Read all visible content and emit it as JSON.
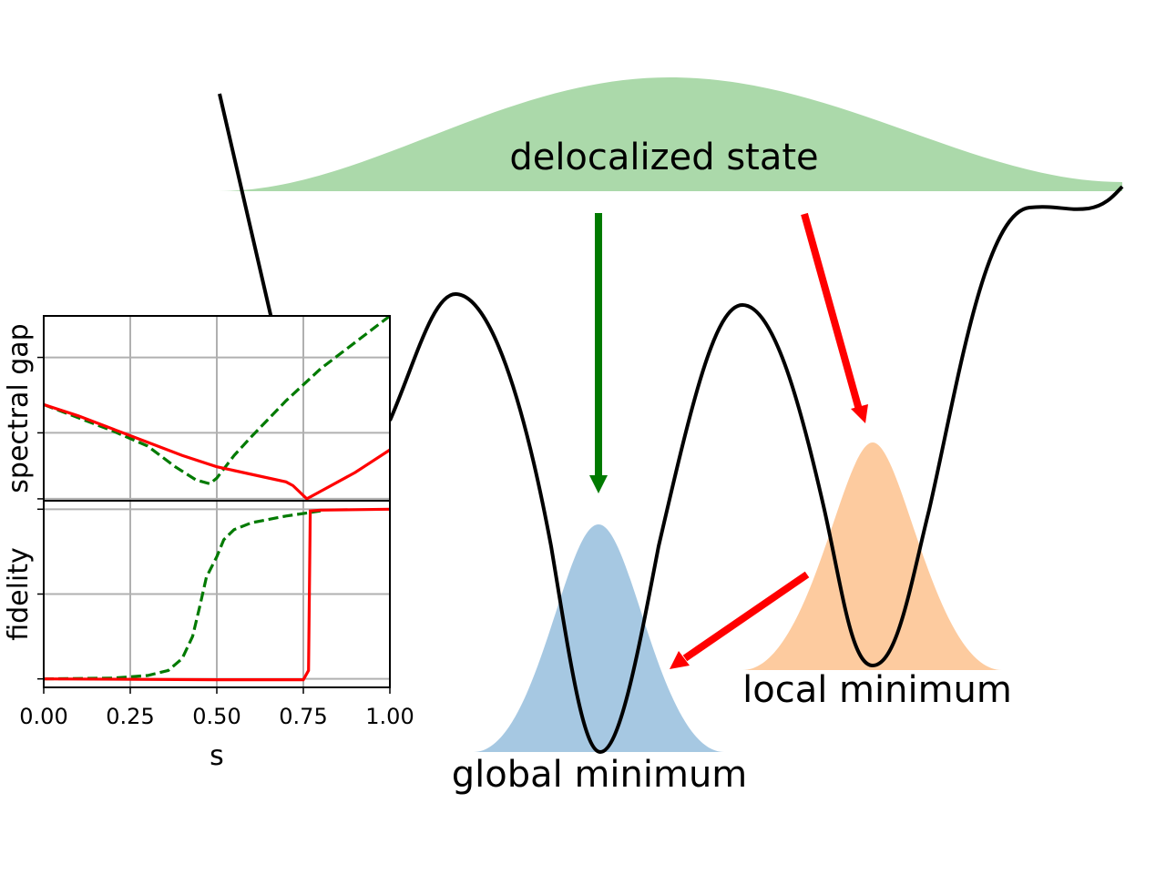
{
  "labels": {
    "delocalized": "delocalized state",
    "local_min": "local minimum",
    "global_min": "global minimum"
  },
  "colors": {
    "delocalized_fill": "#abd9aa",
    "global_fill": "#a6c8e2",
    "local_fill": "#fdcb9f",
    "green_arrow": "#007a00",
    "red_arrow": "#ff0000",
    "potential": "#000000",
    "grid": "#b0b0b0"
  },
  "chart_data": [
    {
      "type": "line",
      "panel": "top",
      "ylabel": "spectral gap",
      "xlim": [
        0,
        1
      ],
      "grid": true,
      "series": [
        {
          "style": "dashed",
          "color": "#007a00",
          "x": [
            0,
            0.1,
            0.2,
            0.3,
            0.38,
            0.44,
            0.48,
            0.5,
            0.55,
            0.6,
            0.7,
            0.8,
            0.9,
            1.0
          ],
          "y": [
            0.55,
            0.48,
            0.41,
            0.33,
            0.22,
            0.15,
            0.13,
            0.16,
            0.28,
            0.38,
            0.57,
            0.74,
            0.88,
            1.02
          ]
        },
        {
          "style": "solid",
          "color": "#ff0000",
          "x": [
            0,
            0.1,
            0.2,
            0.3,
            0.4,
            0.5,
            0.6,
            0.7,
            0.72,
            0.76,
            0.8,
            0.9,
            1.0
          ],
          "y": [
            0.55,
            0.49,
            0.42,
            0.35,
            0.28,
            0.22,
            0.18,
            0.14,
            0.12,
            0.05,
            0.09,
            0.19,
            0.31
          ]
        }
      ]
    },
    {
      "type": "line",
      "panel": "bottom",
      "ylabel": "fidelity",
      "xlabel": "s",
      "xlim": [
        0,
        1
      ],
      "ylim": [
        0,
        1
      ],
      "xticks": [
        "0.00",
        "0.25",
        "0.50",
        "0.75",
        "1.00"
      ],
      "grid": true,
      "series": [
        {
          "style": "dashed",
          "color": "#007a00",
          "x": [
            0,
            0.2,
            0.3,
            0.36,
            0.4,
            0.43,
            0.45,
            0.47,
            0.5,
            0.52,
            0.55,
            0.6,
            0.7,
            0.8
          ],
          "y": [
            0,
            0.005,
            0.02,
            0.05,
            0.12,
            0.25,
            0.42,
            0.6,
            0.72,
            0.82,
            0.88,
            0.92,
            0.96,
            0.99
          ]
        },
        {
          "style": "solid",
          "color": "#ff0000",
          "x": [
            0,
            0.5,
            0.75,
            0.765,
            0.77,
            0.8,
            1.0
          ],
          "y": [
            0,
            -0.005,
            -0.005,
            0.05,
            0.99,
            0.995,
            1.0
          ]
        }
      ]
    }
  ]
}
